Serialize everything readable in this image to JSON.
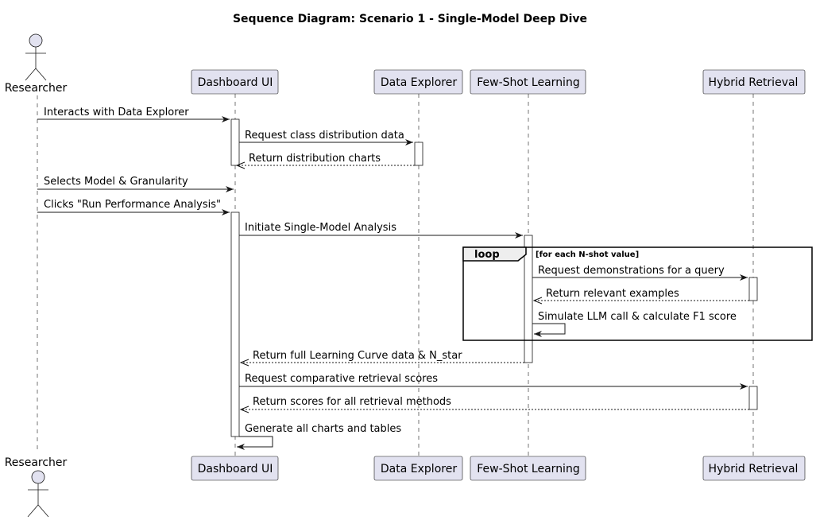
{
  "diagram": {
    "title": "Sequence Diagram: Scenario 1 - Single-Model Deep Dive",
    "participants": [
      {
        "id": "researcher",
        "label": "Researcher",
        "kind": "actor"
      },
      {
        "id": "dashboard",
        "label": "Dashboard UI",
        "kind": "participant"
      },
      {
        "id": "explorer",
        "label": "Data Explorer",
        "kind": "participant"
      },
      {
        "id": "fewshot",
        "label": "Few-Shot Learning",
        "kind": "participant"
      },
      {
        "id": "retrieval",
        "label": "Hybrid Retrieval",
        "kind": "participant"
      }
    ],
    "messages": [
      {
        "from": "researcher",
        "to": "dashboard",
        "label": "Interacts with Data Explorer",
        "style": "solid"
      },
      {
        "from": "dashboard",
        "to": "explorer",
        "label": "Request class distribution data",
        "style": "solid"
      },
      {
        "from": "explorer",
        "to": "dashboard",
        "label": "Return distribution charts",
        "style": "dashed"
      },
      {
        "from": "researcher",
        "to": "dashboard",
        "label": "Selects Model & Granularity",
        "style": "solid"
      },
      {
        "from": "researcher",
        "to": "dashboard",
        "label": "Clicks \"Run Performance Analysis\"",
        "style": "solid"
      },
      {
        "from": "dashboard",
        "to": "fewshot",
        "label": "Initiate Single-Model Analysis",
        "style": "solid"
      },
      {
        "from": "fewshot",
        "to": "retrieval",
        "label": "Request demonstrations for a query",
        "style": "solid"
      },
      {
        "from": "retrieval",
        "to": "fewshot",
        "label": "Return relevant examples",
        "style": "dashed"
      },
      {
        "from": "fewshot",
        "to": "fewshot",
        "label": "Simulate LLM call & calculate F1 score",
        "style": "solid"
      },
      {
        "from": "fewshot",
        "to": "dashboard",
        "label": "Return full Learning Curve data & N_star",
        "style": "dashed"
      },
      {
        "from": "dashboard",
        "to": "retrieval",
        "label": "Request comparative retrieval scores",
        "style": "solid"
      },
      {
        "from": "retrieval",
        "to": "dashboard",
        "label": "Return scores for all retrieval methods",
        "style": "dashed"
      },
      {
        "from": "dashboard",
        "to": "dashboard",
        "label": "Generate all charts and tables",
        "style": "solid"
      }
    ],
    "loop": {
      "keyword": "loop",
      "condition": "[for each N-shot value]"
    }
  }
}
